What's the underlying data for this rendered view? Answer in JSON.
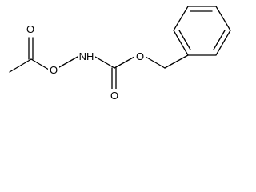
{
  "molecule": {
    "atoms": {
      "carbonyl_oxygen_left": "O",
      "ester_oxygen_left": "O",
      "nitrogen": "NH",
      "carbonyl_oxygen_right": "O",
      "ester_oxygen_right": "O"
    }
  }
}
